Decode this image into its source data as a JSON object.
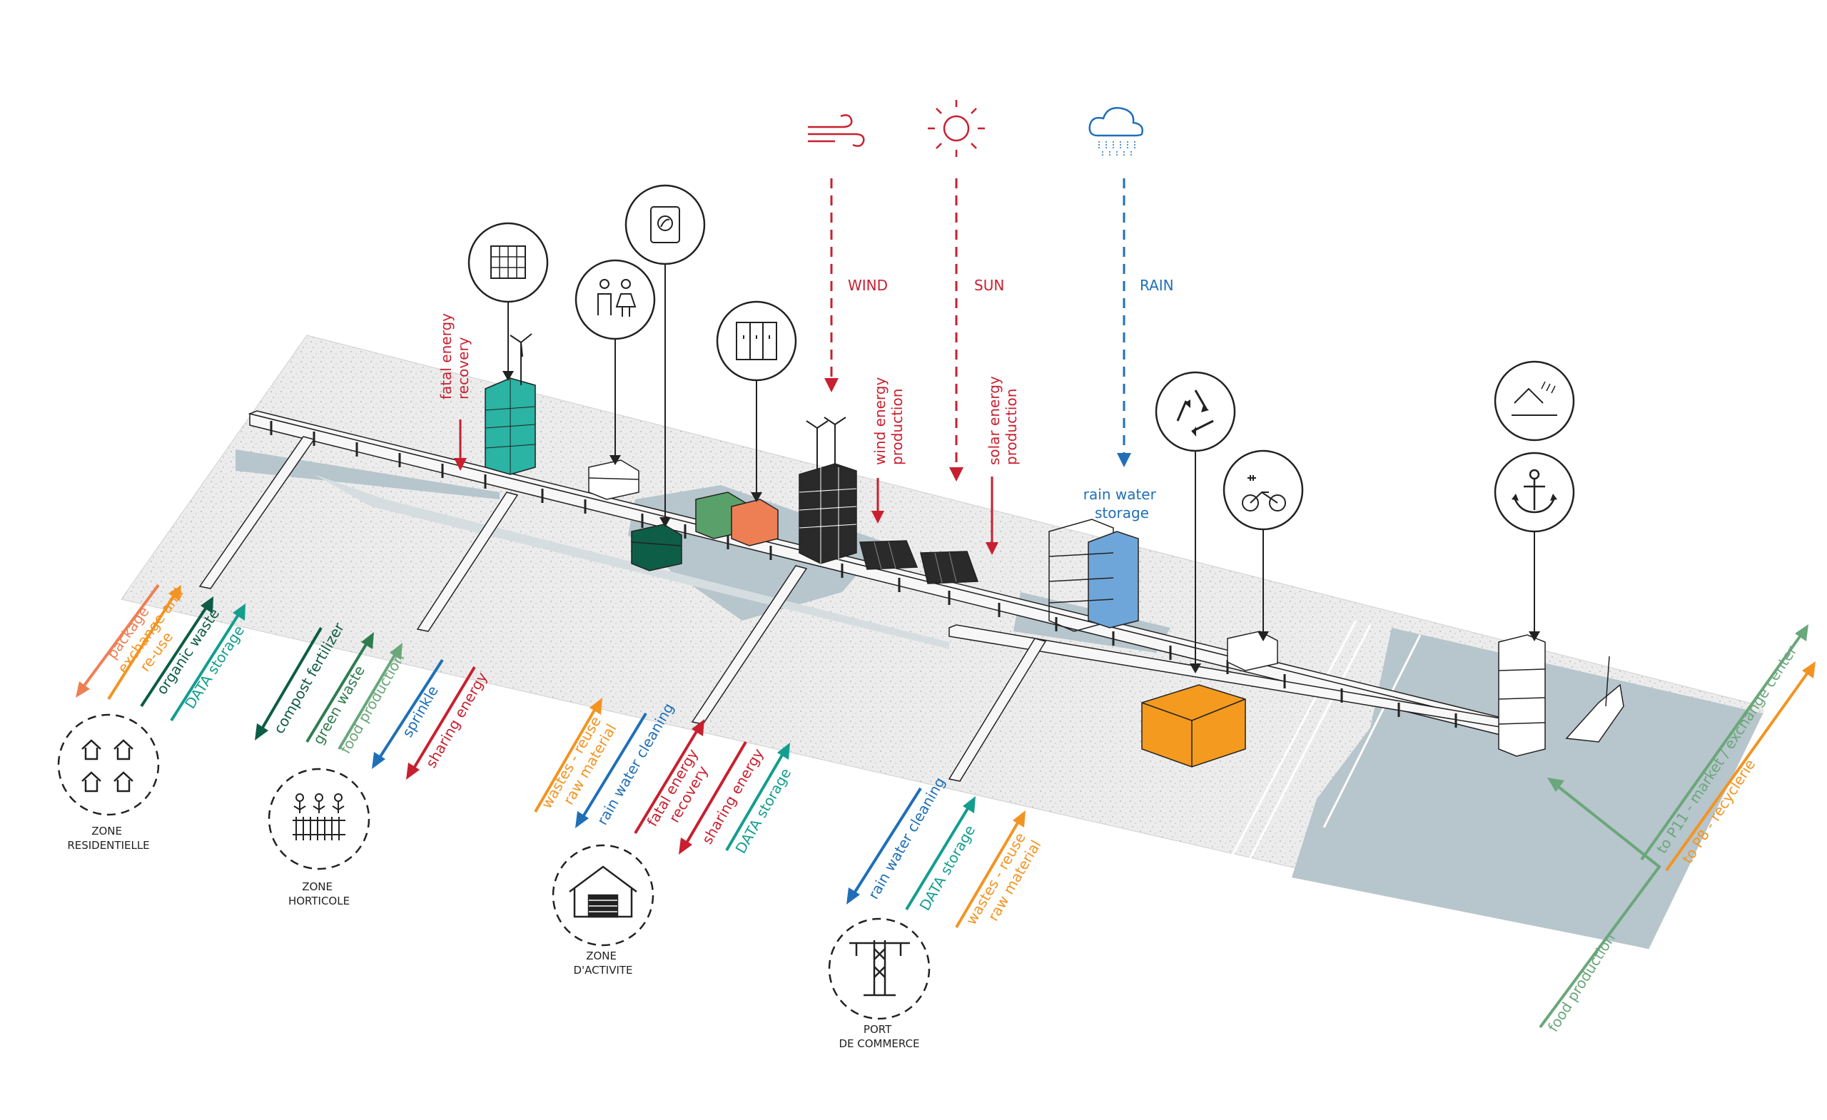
{
  "colors": {
    "red": "#c8202f",
    "blue": "#1f6fb8",
    "orange": "#f29422",
    "teal": "#139e8e",
    "dark_green": "#0d5c45",
    "green": "#2f7d4f",
    "light_green": "#6aa77a",
    "salmon": "#ee7f55",
    "water": "#b7c5cc",
    "quay": "#ececec"
  },
  "climate": {
    "wind": "WIND",
    "sun": "SUN",
    "rain": "RAIN",
    "wind_energy": [
      "wind energy",
      "production"
    ],
    "solar_energy": [
      "solar energy",
      "production"
    ],
    "fatal_energy": [
      "fatal energy",
      "recovery"
    ],
    "rain_storage": [
      "rain water",
      "storage"
    ]
  },
  "icons": [
    "office-building-icon",
    "restroom-icon",
    "compost-bag-icon",
    "lockers-icon",
    "wind-icon",
    "sun-icon",
    "rain-cloud-icon",
    "recycle-icon",
    "ebike-charging-icon",
    "mountain-icon",
    "anchor-icon"
  ],
  "zones": {
    "residentielle": {
      "label": [
        "ZONE",
        "RESIDENTIELLE"
      ],
      "icon": "houses-icon",
      "flows": [
        {
          "text": [
            "package"
          ],
          "color": "#ee7f55",
          "dir": "out"
        },
        {
          "text": [
            "exchange and",
            "re-use"
          ],
          "color": "#f29422",
          "dir": "in"
        },
        {
          "text": [
            "organic waste"
          ],
          "color": "#0d5c45",
          "dir": "in"
        },
        {
          "text": [
            "DATA storage"
          ],
          "color": "#139e8e",
          "dir": "in"
        }
      ]
    },
    "horticole": {
      "label": [
        "ZONE",
        "HORTICOLE"
      ],
      "icon": "greenhouse-plants-icon",
      "flows": [
        {
          "text": [
            "compost fertilizer"
          ],
          "color": "#0d5c45",
          "dir": "out"
        },
        {
          "text": [
            "green waste"
          ],
          "color": "#2f7d4f",
          "dir": "in"
        },
        {
          "text": [
            "food production"
          ],
          "color": "#6aa77a",
          "dir": "in"
        },
        {
          "text": [
            "sprinkle"
          ],
          "color": "#1f6fb8",
          "dir": "out"
        },
        {
          "text": [
            "sharing energy"
          ],
          "color": "#c8202f",
          "dir": "out"
        }
      ]
    },
    "activite": {
      "label": [
        "ZONE",
        "D'ACTIVITE"
      ],
      "icon": "warehouse-icon",
      "flows": [
        {
          "text": [
            "wastes - reuse",
            "raw material"
          ],
          "color": "#f29422",
          "dir": "in"
        },
        {
          "text": [
            "rain water cleaning"
          ],
          "color": "#1f6fb8",
          "dir": "out"
        },
        {
          "text": [
            "fatal energy",
            "recovery"
          ],
          "color": "#c8202f",
          "dir": "in"
        },
        {
          "text": [
            "sharing energy"
          ],
          "color": "#c8202f",
          "dir": "out"
        },
        {
          "text": [
            "DATA storage"
          ],
          "color": "#139e8e",
          "dir": "in"
        }
      ]
    },
    "commerce": {
      "label": [
        "PORT",
        "DE COMMERCE"
      ],
      "icon": "crane-icon",
      "flows": [
        {
          "text": [
            "rain water cleaning"
          ],
          "color": "#1f6fb8",
          "dir": "out"
        },
        {
          "text": [
            "DATA storage"
          ],
          "color": "#139e8e",
          "dir": "in"
        },
        {
          "text": [
            "wastes - reuse",
            "raw material"
          ],
          "color": "#f29422",
          "dir": "in"
        }
      ]
    }
  },
  "right_flows": {
    "food_production": "food production",
    "market": "to P11 - market / exchange center",
    "recyclerie": "to P8 - recyclerie"
  }
}
